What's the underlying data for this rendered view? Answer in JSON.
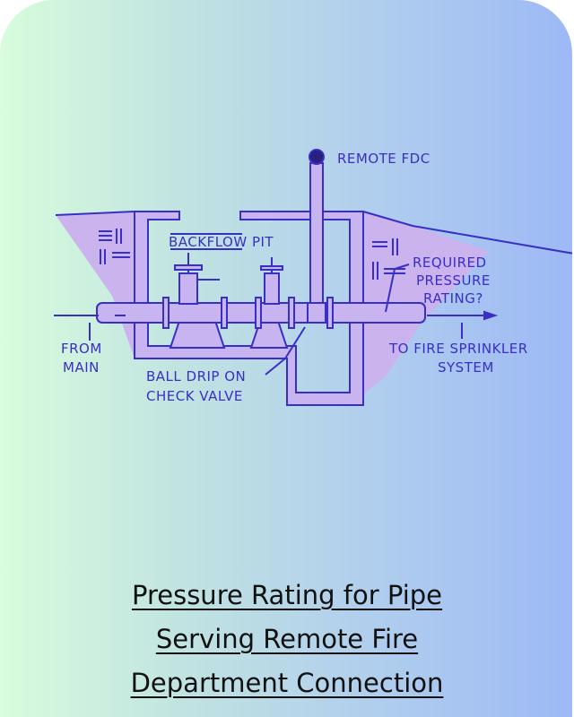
{
  "diagram": {
    "labels": {
      "remote_fdc": "REMOTE FDC",
      "backflow_pit": "BACKFLOW PIT",
      "required_pressure": [
        "REQUIRED",
        "PRESSURE",
        "RATING?"
      ],
      "from_main": [
        "FROM",
        "MAIN"
      ],
      "to_sprinkler": [
        "TO FIRE SPRINKLER",
        "SYSTEM"
      ],
      "ball_drip": [
        "BALL DRIP ON",
        "CHECK VALVE"
      ]
    },
    "colors": {
      "ink": "#3a2fc4",
      "fill": "#c7b4f0"
    }
  },
  "title": {
    "lines": [
      "Pressure Rating for Pipe",
      "Serving Remote Fire",
      "Department Connection"
    ]
  }
}
